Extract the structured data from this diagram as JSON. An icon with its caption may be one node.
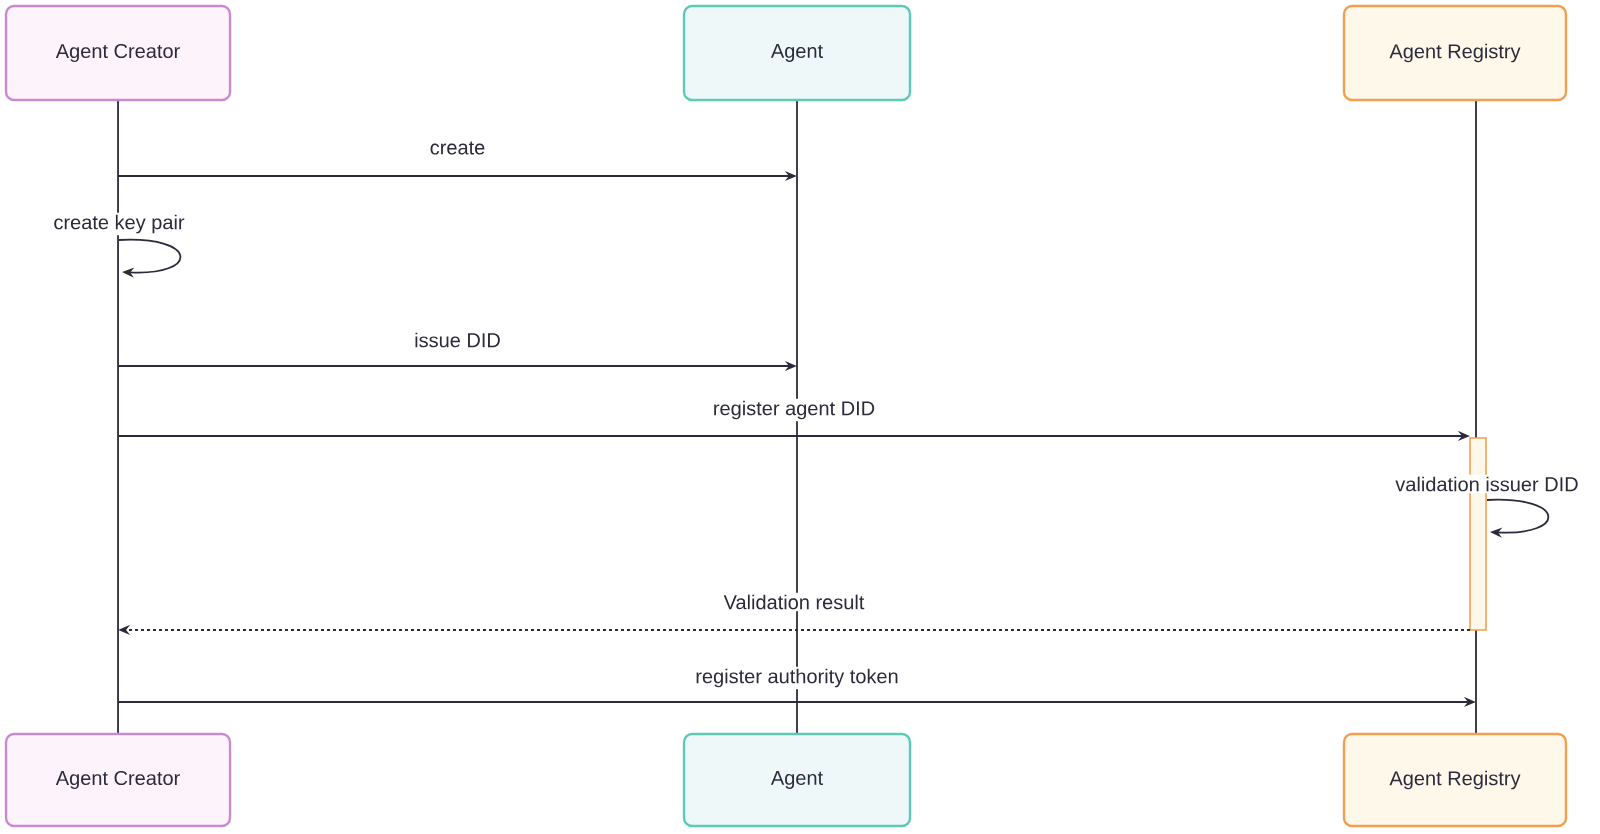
{
  "diagram": {
    "nodes": [
      {
        "text": [
          "Agent Creator"
        ]
      },
      {
        "text": [
          "Agent"
        ]
      },
      {
        "text": [
          "Agent Registry"
        ]
      },
      {
        "text": [
          "Agent Creator"
        ]
      },
      {
        "text": [
          "Agent"
        ]
      },
      {
        "text": [
          "Agent Registry"
        ]
      },
      {
        "text": [],
        "shape": "line"
      },
      {
        "text": [],
        "shape": "line"
      },
      {
        "text": [],
        "shape": "line"
      },
      {
        "text": [],
        "shape": "bar"
      }
    ],
    "edges": [
      {
        "from": 6,
        "to": 7,
        "arrow": "to",
        "label": "create"
      },
      {
        "from": 6,
        "to": 6,
        "arrow": "to",
        "label": "create key pair"
      },
      {
        "from": 6,
        "to": 7,
        "arrow": "to",
        "label": "issue DID"
      },
      {
        "from": 6,
        "to": 9,
        "arrow": "to",
        "label": "register agent DID"
      },
      {
        "from": 9,
        "to": 9,
        "arrow": "to",
        "label": "validation issuer DID"
      },
      {
        "from": 9,
        "to": 6,
        "arrow": "to",
        "label": "Validation result",
        "style": "dashed"
      },
      {
        "from": 6,
        "to": 8,
        "arrow": "to",
        "label": "register authority token"
      }
    ]
  }
}
